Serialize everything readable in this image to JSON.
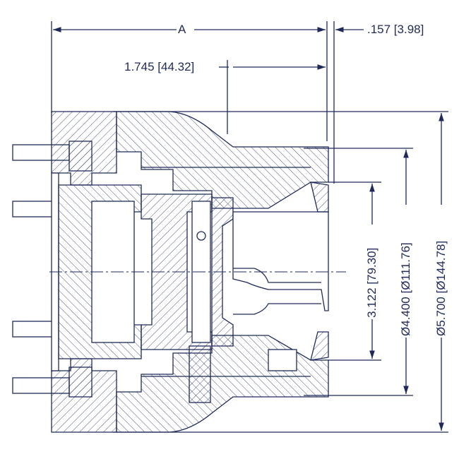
{
  "dimensions": {
    "overall_length": "A",
    "lip": ".157 [3.98]",
    "depth": "1.745 [44.32]",
    "bore": "3.122 [79.30]",
    "pilot_diameter": "Ø4.400 [Ø111.76]",
    "outer_diameter": "Ø5.700 [Ø144.78]"
  },
  "colors": {
    "line": "#1f2a5a"
  }
}
